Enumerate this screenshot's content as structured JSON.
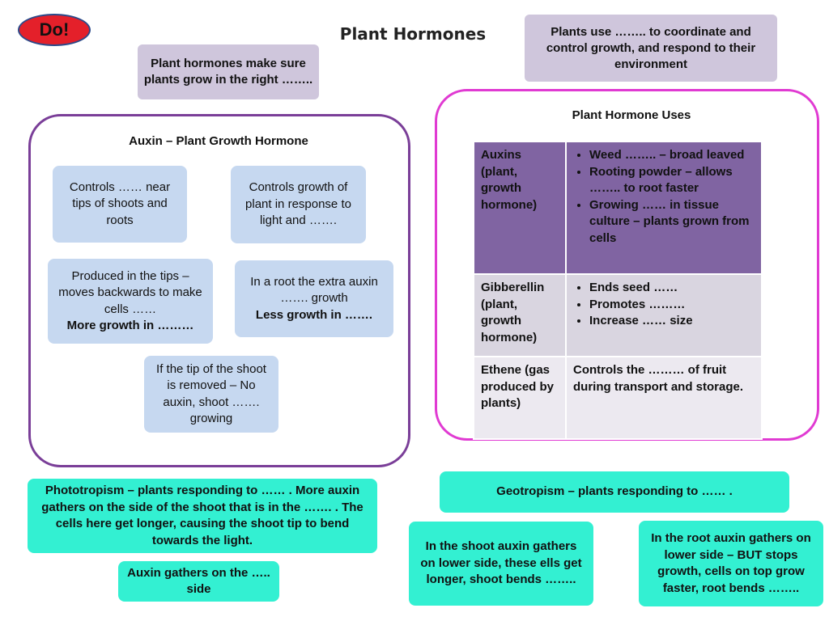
{
  "badge": {
    "label": "Do!"
  },
  "header": {
    "title": "Plant Hormones"
  },
  "notes": {
    "intro": "Plant hormones make sure plants grow in the right ……..",
    "purpose": "Plants use …….. to coordinate and control growth, and respond to their environment"
  },
  "auxin_panel": {
    "title": "Auxin – Plant Growth Hormone",
    "facts": {
      "controls": "Controls …… near tips of shoots and roots",
      "light": "Controls growth of plant in response to light and …….",
      "tips": "Produced in the tips – moves backwards to make cells ……",
      "tips_bold": "More growth in ………",
      "root": "In a root the extra auxin ……. growth",
      "root_bold": "Less growth in …….",
      "removed": "If the tip of the shoot is removed – No auxin, shoot ……. growing"
    }
  },
  "uses_panel": {
    "title": "Plant Hormone Uses",
    "rows": [
      {
        "name": "Auxins (plant, growth hormone)",
        "uses": [
          "Weed …….. – broad leaved",
          "Rooting powder – allows …….. to root faster",
          "Growing …… in tissue culture – plants grown from cells"
        ]
      },
      {
        "name": "Gibberellin (plant, growth hormone)",
        "uses": [
          "Ends seed ……",
          "Promotes ………",
          "Increase …… size"
        ]
      },
      {
        "name": "Ethene (gas produced by plants)",
        "text": "Controls the ……… of fruit during transport and storage."
      }
    ]
  },
  "tropisms": {
    "phototropism": "Phototropism – plants responding to …… . More auxin gathers on the side of the shoot that is in the ……. . The cells here get longer, causing the shoot tip to bend towards the light.",
    "auxin_side": "Auxin gathers on the ….. side",
    "geotropism": "Geotropism – plants responding to …… .",
    "shoot": "In the shoot auxin gathers on lower side, these ells get longer, shoot bends ……..",
    "root": "In the root auxin gathers  on lower side – BUT stops growth, cells on top grow faster, root bends …….."
  },
  "colors": {
    "lilac": "#cfc6dc",
    "blue": "#c6d8f0",
    "teal": "#33f0d2",
    "purple_border": "#7a3e98",
    "magenta_border": "#e03ad2",
    "auxin_row": "#8064a2",
    "badge_red": "#e4202a"
  }
}
